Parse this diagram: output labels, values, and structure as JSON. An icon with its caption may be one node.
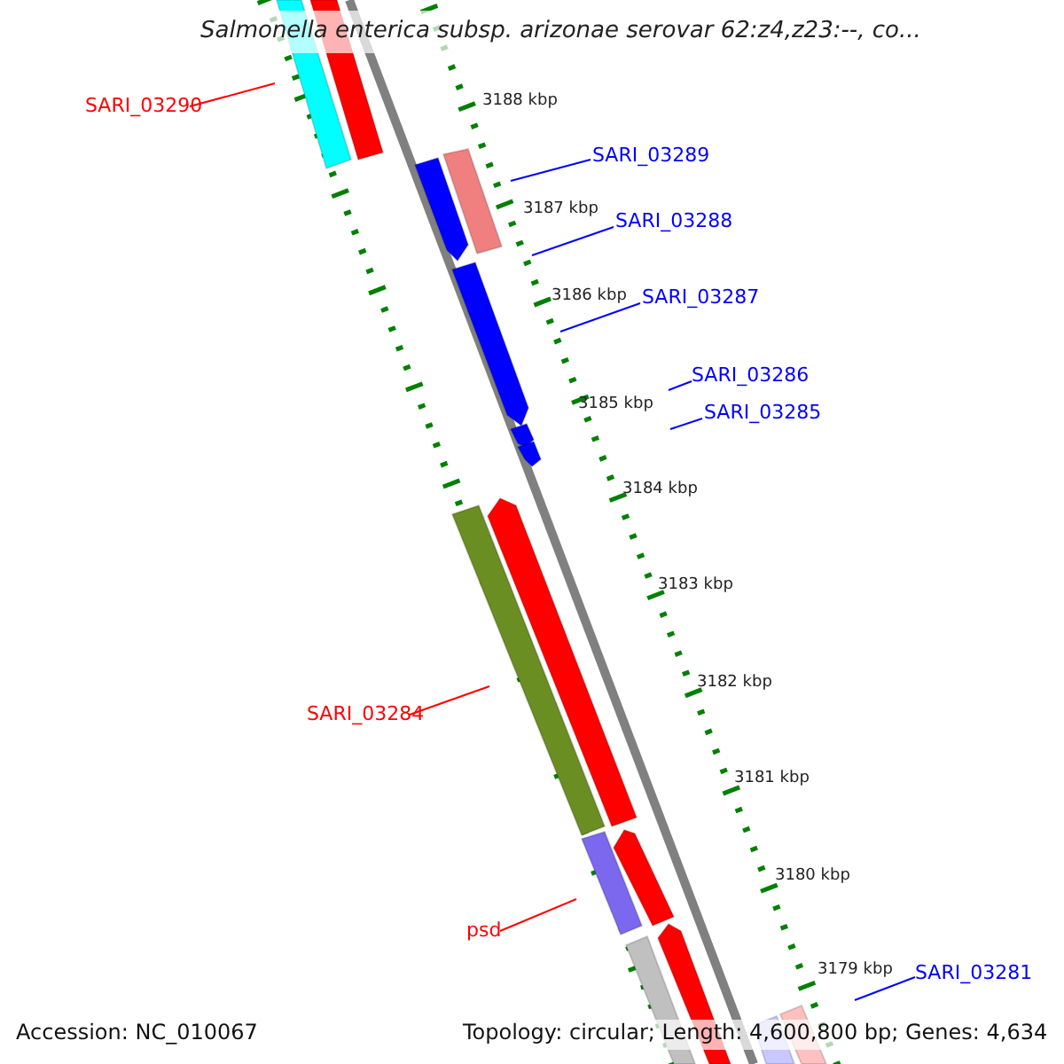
{
  "diagram": {
    "title": "Salmonella enterica subsp. arizonae serovar 62:z4,z23:--, co...",
    "nodes": [
      {
        "text": [
          "SARI_03290"
        ]
      },
      {
        "text": [
          "SARI_03289"
        ]
      },
      {
        "text": [
          "SARI_03288"
        ]
      },
      {
        "text": [
          "SARI_03287"
        ]
      },
      {
        "text": [
          "SARI_03286"
        ]
      },
      {
        "text": [
          "SARI_03285"
        ]
      },
      {
        "text": [
          "SARI_03284"
        ]
      },
      {
        "text": [
          "psd"
        ]
      },
      {
        "text": [
          "SARI_03281"
        ]
      }
    ],
    "edges": [
      {
        "from": 0,
        "to": null,
        "arrow": "none",
        "color": "#ff0000"
      },
      {
        "from": 1,
        "to": null,
        "arrow": "none"
      },
      {
        "from": 2,
        "to": null,
        "arrow": "none"
      },
      {
        "from": 3,
        "to": null,
        "arrow": "none"
      },
      {
        "from": 4,
        "to": null,
        "arrow": "none"
      },
      {
        "from": 5,
        "to": null,
        "arrow": "none"
      },
      {
        "from": 6,
        "to": null,
        "arrow": "none",
        "color": "#ff0000"
      },
      {
        "from": 7,
        "to": null,
        "arrow": "none",
        "color": "#ff0000"
      },
      {
        "from": 8,
        "to": null,
        "arrow": "none"
      }
    ],
    "labels": [
      "3188 kbp",
      "3187 kbp",
      "3186 kbp",
      "3185 kbp",
      "3184 kbp",
      "3183 kbp",
      "3182 kbp",
      "3181 kbp",
      "3180 kbp",
      "3179 kbp",
      "Accession: NC_010067",
      "Topology: circular; Length: 4,600,800 bp; Genes: 4,634"
    ]
  }
}
